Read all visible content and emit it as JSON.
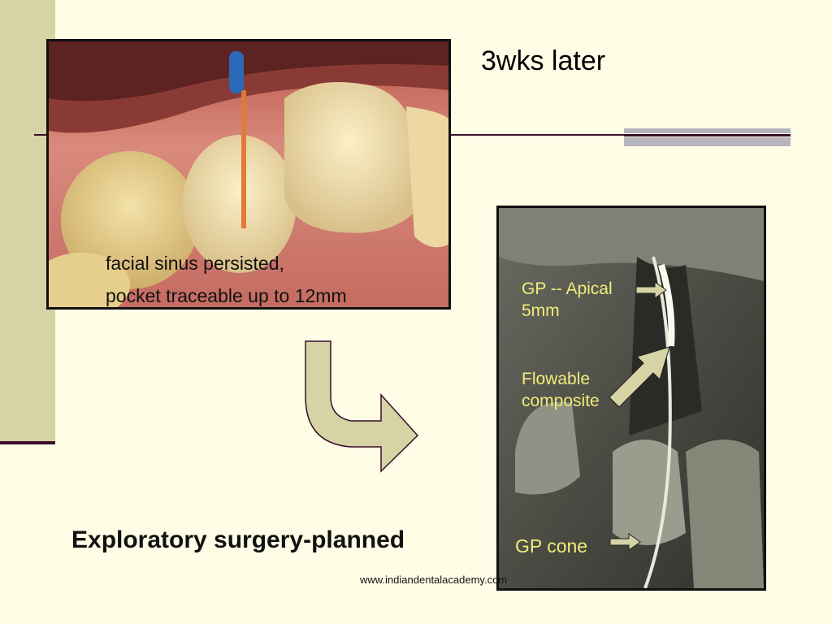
{
  "slide": {
    "title": "3wks later",
    "note_line1": "facial sinus persisted,",
    "note_line2": "pocket traceable up to 12mm",
    "heading": "Exploratory surgery-planned",
    "xray_labels": {
      "gp_apical": "GP -- Apical 5mm",
      "flowable": "Flowable composite",
      "gp_cone": "GP cone"
    },
    "footer": "www.indiandentalacademy.com"
  },
  "colors": {
    "background": "#fffde6",
    "sidebar": "#d6d3a4",
    "rule": "#3a0f2a",
    "label_yellow": "#f2ec7a",
    "arrow_fill": "#d6d3a4"
  }
}
